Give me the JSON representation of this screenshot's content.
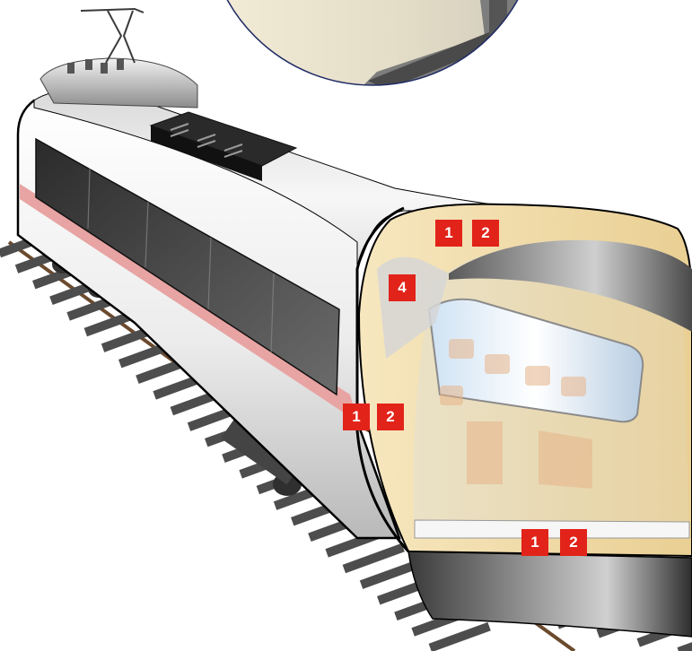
{
  "colors": {
    "callout_bg": "#e2231a",
    "callout_text": "#ffffff",
    "insulation": "#f2dfaf",
    "car_body": "#f2f2f2",
    "stripe": "#e8a3a3",
    "outline": "#000000"
  },
  "callouts": {
    "roof_a": "1",
    "roof_b": "2",
    "side_upper": "4",
    "wall_a": "1",
    "wall_b": "2",
    "floor_a": "1",
    "floor_b": "2"
  }
}
